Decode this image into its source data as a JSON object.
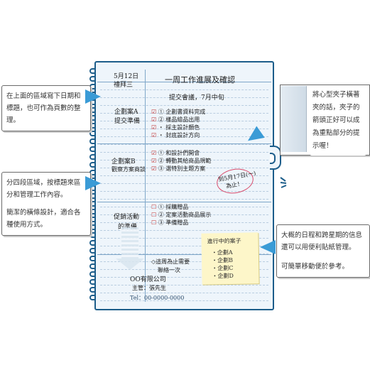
{
  "notebook": {
    "date": "5月12日",
    "weekday": "禮拜三",
    "top_title": "一周工作進展及確認",
    "section1": {
      "left_line1": "企劃案A",
      "left_line2": "提交準備",
      "heading": "提交會議，7月中旬",
      "items": [
        "① 企劃書資料完成",
        "② 樣品繪品出用",
        "・ 採主設計顏色",
        "・ 封底設計方向"
      ]
    },
    "section2": {
      "left_line1": "企劃案B",
      "left_line2": "觀察方案商談",
      "items": [
        "① 和設計們開會",
        "② 轉動其給商品規範",
        "③ 選特別主題方案"
      ],
      "circle_note_line1": "到5月17日(一)",
      "circle_note_line2": "為止！"
    },
    "section3": {
      "left_line1": "促銷活動",
      "left_line2": "的準備",
      "items": [
        "① 採購贈品",
        "② 定案活動商品展示",
        "③ 準備贈品"
      ],
      "memo_line1": "◇這周為止需要",
      "memo_line2": "聯絡一次",
      "company": "OO有限公司",
      "contact": "主管：張先生",
      "tel": "Tel：00-0000-0000"
    },
    "sticky": {
      "title": "進行中的案子",
      "items": [
        "・企劃A",
        "・企劃B",
        "・企劃C",
        "・企劃D"
      ]
    }
  },
  "callouts": {
    "top_left": "在上面的區域寫下日期和標題，也可作為頁數的整理。",
    "mid_left_1": "分四段區域，按標題來區分和管理工作內容。",
    "mid_left_2": "簡潔的橫條設計，適合各種使用方式。",
    "top_right": "將心型夾子橫著夾的話，夾子的箭頭正好可以成為重點部分的提示喔！",
    "bottom_right_1": "大概的日程和跨星期的信息還可以用便利貼紙管理。",
    "bottom_right_2": "可簡單移動便於參考。"
  },
  "colors": {
    "notebook_border": "#1c5d8a",
    "callout_arrow": "#3a9bd6",
    "sticky": "#fdf6c9"
  }
}
